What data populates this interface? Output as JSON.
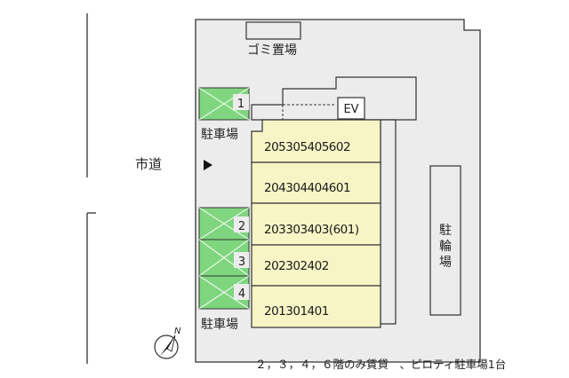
{
  "site": {
    "road_label": "市道",
    "parking_label_top": "駐車場",
    "parking_label_bottom": "駐車場",
    "garbage_label": "ゴミ置場",
    "elevator_label": "EV",
    "bicycle_label": [
      "駐",
      "輪",
      "場"
    ],
    "footnote": "２，３，４，６階のみ賃貸　、ピロティ駐車場1台",
    "compass_letter": "N"
  },
  "parking_spaces": [
    "1",
    "2",
    "3",
    "4"
  ],
  "units": [
    "205305405602",
    "204304404601",
    "203303403(601)",
    "202302402",
    "201301401"
  ],
  "colors": {
    "site_fill": "#ececec",
    "building_fill": "#f7f5c6",
    "parking_fill": "#7fd67f",
    "line": "#333333"
  }
}
